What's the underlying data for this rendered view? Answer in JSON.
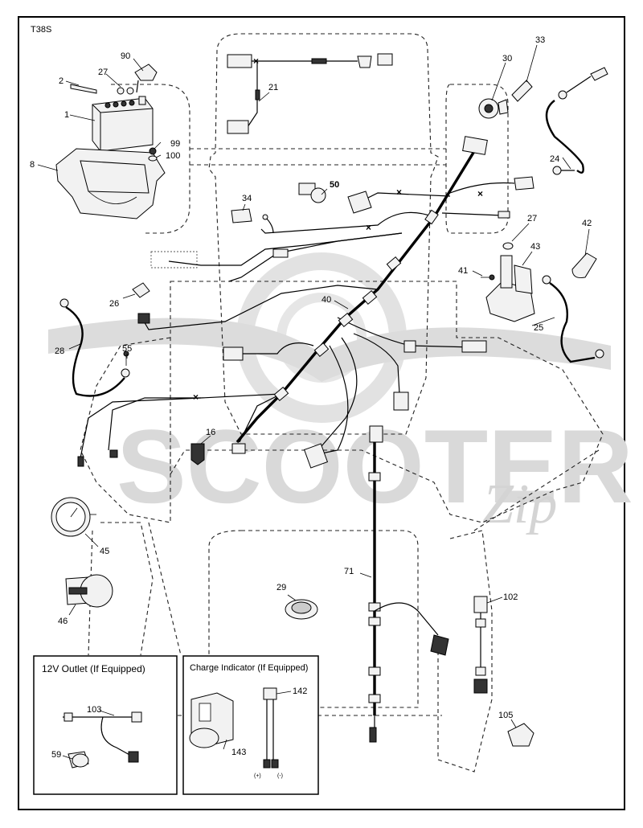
{
  "diagram": {
    "code": "T38S",
    "watermark": "SCOOTER",
    "watermark_script": "Zip",
    "part_labels": [
      {
        "id": "p90",
        "text": "90"
      },
      {
        "id": "p2",
        "text": "2"
      },
      {
        "id": "p27a",
        "text": "27"
      },
      {
        "id": "p1",
        "text": "1"
      },
      {
        "id": "p99",
        "text": "99"
      },
      {
        "id": "p100",
        "text": "100"
      },
      {
        "id": "p8",
        "text": "8"
      },
      {
        "id": "p21",
        "text": "21"
      },
      {
        "id": "p33",
        "text": "33"
      },
      {
        "id": "p30",
        "text": "30"
      },
      {
        "id": "p24",
        "text": "24"
      },
      {
        "id": "p50",
        "text": "50"
      },
      {
        "id": "p34",
        "text": "34"
      },
      {
        "id": "p27b",
        "text": "27"
      },
      {
        "id": "p42",
        "text": "42"
      },
      {
        "id": "p43",
        "text": "43"
      },
      {
        "id": "p41",
        "text": "41"
      },
      {
        "id": "p26",
        "text": "26"
      },
      {
        "id": "p40",
        "text": "40"
      },
      {
        "id": "p25",
        "text": "25"
      },
      {
        "id": "p55",
        "text": "55"
      },
      {
        "id": "p28",
        "text": "28"
      },
      {
        "id": "p16",
        "text": "16"
      },
      {
        "id": "p45",
        "text": "45"
      },
      {
        "id": "p71",
        "text": "71"
      },
      {
        "id": "p29",
        "text": "29"
      },
      {
        "id": "p46",
        "text": "46"
      },
      {
        "id": "p102",
        "text": "102"
      },
      {
        "id": "p142",
        "text": "142"
      },
      {
        "id": "p103",
        "text": "103"
      },
      {
        "id": "p105",
        "text": "105"
      },
      {
        "id": "p143",
        "text": "143"
      },
      {
        "id": "p59",
        "text": "59"
      }
    ],
    "inset_outlet_title": "12V Outlet (If Equipped)",
    "inset_charge_title": "Charge Indicator (If Equipped)",
    "plus_mark": "(+)",
    "minus_mark": "(-)"
  }
}
